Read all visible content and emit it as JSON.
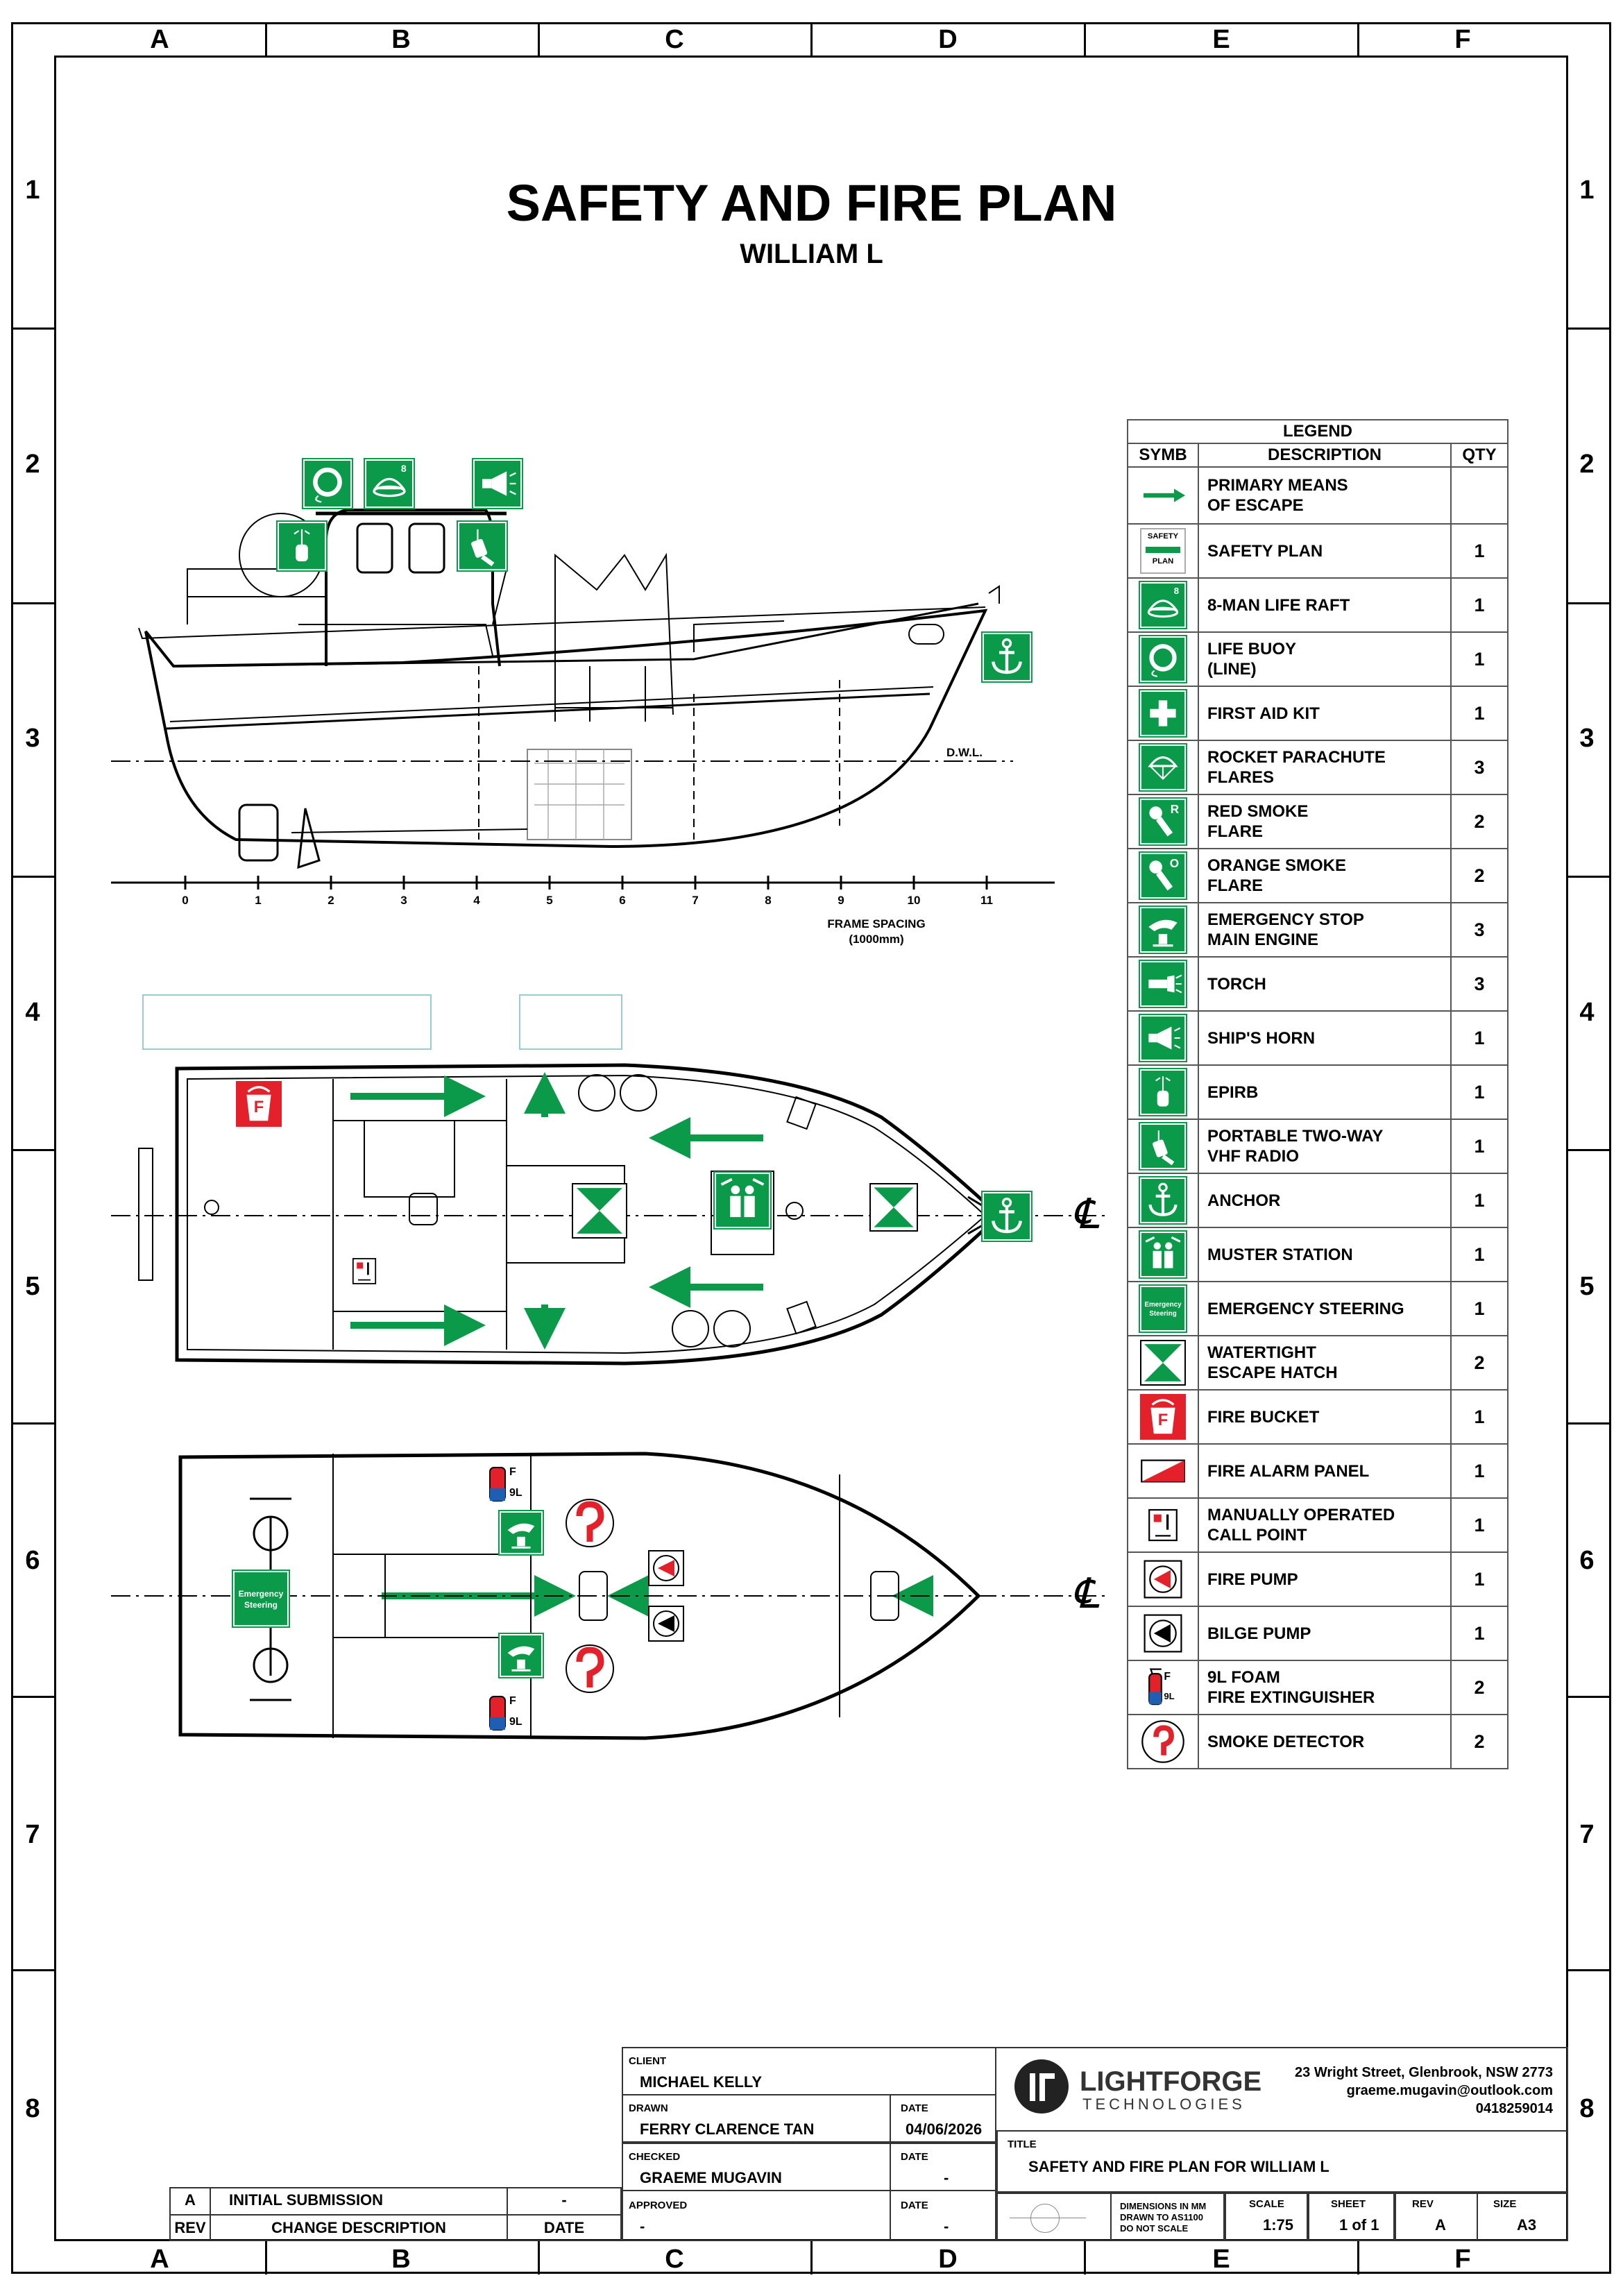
{
  "title": "SAFETY AND FIRE PLAN",
  "subtitle": "WILLIAM L",
  "zones": {
    "cols": [
      "A",
      "B",
      "C",
      "D",
      "E",
      "F"
    ],
    "rows": [
      "1",
      "2",
      "3",
      "4",
      "5",
      "6",
      "7",
      "8"
    ]
  },
  "profile": {
    "dwl": "D.W.L.",
    "frames": [
      "0",
      "1",
      "2",
      "3",
      "4",
      "5",
      "6",
      "7",
      "8",
      "9",
      "10",
      "11"
    ],
    "frame_spacing": "FRAME SPACING",
    "frame_spacing_val": "(1000mm)"
  },
  "centerline_symbol": "℄",
  "sign_text": {
    "safety": "SAFETY",
    "plan": "PLAN",
    "emergency": "Emergency",
    "steering": "Steering",
    "r": "R",
    "o": "O",
    "f": "F",
    "nine_l": "9L",
    "eight": "8"
  },
  "legend": {
    "title": "LEGEND",
    "headers": [
      "SYMB",
      "DESCRIPTION",
      "QTY"
    ],
    "items": [
      {
        "icon": "escape-arrow",
        "line1": "PRIMARY MEANS",
        "line2": "OF ESCAPE",
        "qty": ""
      },
      {
        "icon": "safety-plan",
        "line1": "SAFETY PLAN",
        "line2": "",
        "qty": "1"
      },
      {
        "icon": "life-raft",
        "line1": "8-MAN LIFE RAFT",
        "line2": "",
        "qty": "1"
      },
      {
        "icon": "life-buoy",
        "line1": "LIFE BUOY",
        "line2": "(LINE)",
        "qty": "1"
      },
      {
        "icon": "first-aid",
        "line1": "FIRST AID KIT",
        "line2": "",
        "qty": "1"
      },
      {
        "icon": "parachute-flare",
        "line1": "ROCKET PARACHUTE",
        "line2": "FLARES",
        "qty": "3"
      },
      {
        "icon": "red-smoke",
        "line1": "RED SMOKE",
        "line2": "FLARE",
        "qty": "2"
      },
      {
        "icon": "orange-smoke",
        "line1": "ORANGE SMOKE",
        "line2": "FLARE",
        "qty": "2"
      },
      {
        "icon": "emergency-stop",
        "line1": "EMERGENCY STOP",
        "line2": "MAIN ENGINE",
        "qty": "3"
      },
      {
        "icon": "torch",
        "line1": "TORCH",
        "line2": "",
        "qty": "3"
      },
      {
        "icon": "horn",
        "line1": "SHIP'S HORN",
        "line2": "",
        "qty": "1"
      },
      {
        "icon": "epirb",
        "line1": "EPIRB",
        "line2": "",
        "qty": "1"
      },
      {
        "icon": "vhf-radio",
        "line1": "PORTABLE TWO-WAY",
        "line2": "VHF RADIO",
        "qty": "1"
      },
      {
        "icon": "anchor",
        "line1": "ANCHOR",
        "line2": "",
        "qty": "1"
      },
      {
        "icon": "muster-station",
        "line1": "MUSTER STATION",
        "line2": "",
        "qty": "1"
      },
      {
        "icon": "emergency-steering",
        "line1": "EMERGENCY STEERING",
        "line2": "",
        "qty": "1"
      },
      {
        "icon": "escape-hatch",
        "line1": "WATERTIGHT",
        "line2": "ESCAPE HATCH",
        "qty": "2"
      },
      {
        "icon": "fire-bucket",
        "line1": "FIRE BUCKET",
        "line2": "",
        "qty": "1"
      },
      {
        "icon": "fire-alarm-panel",
        "line1": "FIRE ALARM PANEL",
        "line2": "",
        "qty": "1"
      },
      {
        "icon": "call-point",
        "line1": "MANUALLY OPERATED",
        "line2": "CALL POINT",
        "qty": "1"
      },
      {
        "icon": "fire-pump",
        "line1": "FIRE PUMP",
        "line2": "",
        "qty": "1"
      },
      {
        "icon": "bilge-pump",
        "line1": "BILGE PUMP",
        "line2": "",
        "qty": "1"
      },
      {
        "icon": "extinguisher",
        "line1": "9L FOAM",
        "line2": "FIRE EXTINGUISHER",
        "qty": "2"
      },
      {
        "icon": "smoke-detector",
        "line1": "SMOKE DETECTOR",
        "line2": "",
        "qty": "2"
      }
    ]
  },
  "titleblock": {
    "client_label": "CLIENT",
    "client": "MICHAEL KELLY",
    "drawn_label": "DRAWN",
    "drawn": "FERRY CLARENCE TAN",
    "date_label": "DATE",
    "date": "04/06/2026",
    "checked_label": "CHECKED",
    "checked": "GRAEME MUGAVIN",
    "checked_date": "-",
    "approved_label": "APPROVED",
    "approved": "-",
    "approved_date": "-",
    "company1": "LIGHTFORGE",
    "company2": "TECHNOLOGIES",
    "address": "23 Wright Street, Glenbrook, NSW 2773",
    "email": "graeme.mugavin@outlook.com",
    "phone": "0418259014",
    "title_label": "TITLE",
    "title": "SAFETY AND FIRE PLAN FOR WILLIAM L",
    "note1": "DIMENSIONS IN MM",
    "note2": "DRAWN TO AS1100",
    "note3": "DO NOT SCALE",
    "scale_label": "SCALE",
    "scale": "1:75",
    "sheet_label": "SHEET",
    "sheet": "1 of 1",
    "rev_label": "REV",
    "rev": "A",
    "size_label": "SIZE",
    "size": "A3"
  },
  "revisions": {
    "rev": "A",
    "desc": "INITIAL SUBMISSION",
    "date": "-",
    "h_rev": "REV",
    "h_desc": "CHANGE DESCRIPTION",
    "h_date": "DATE"
  },
  "colors": {
    "sign_green": "#0b9a4a",
    "fire_red": "#e4202a"
  }
}
